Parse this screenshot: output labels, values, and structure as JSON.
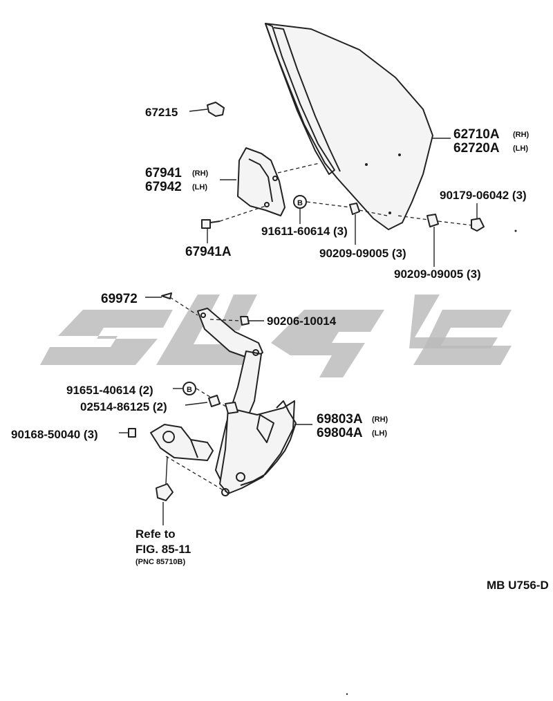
{
  "labels": {
    "p67215": "67215",
    "p67941": "67941",
    "p67941_rh": "(RH)",
    "p67942": "67942",
    "p67942_lh": "(LH)",
    "p67941A": "67941A",
    "p62710A": "62710A",
    "p62710A_rh": "(RH)",
    "p62720A": "62720A",
    "p62720A_lh": "(LH)",
    "p90179": "90179-06042 (3)",
    "p91611": "91611-60614 (3)",
    "p90209a": "90209-09005 (3)",
    "p90209b": "90209-09005 (3)",
    "p69972": "69972",
    "p90206": "90206-10014",
    "p91651": "91651-40614 (2)",
    "p02514": "02514-86125 (2)",
    "p90168": "90168-50040 (3)",
    "p69803A": "69803A",
    "p69803A_rh": "(RH)",
    "p69804A": "69804A",
    "p69804A_lh": "(LH)",
    "refe1": "Refe to",
    "refe2": "FIG. 85-11",
    "refe3": "(PNC 85710B)",
    "code": "MB U756-D",
    "b_marker_1": "B",
    "b_marker_2": "B"
  },
  "colors": {
    "watermark": "#b9b9b9",
    "line": "#222222"
  }
}
